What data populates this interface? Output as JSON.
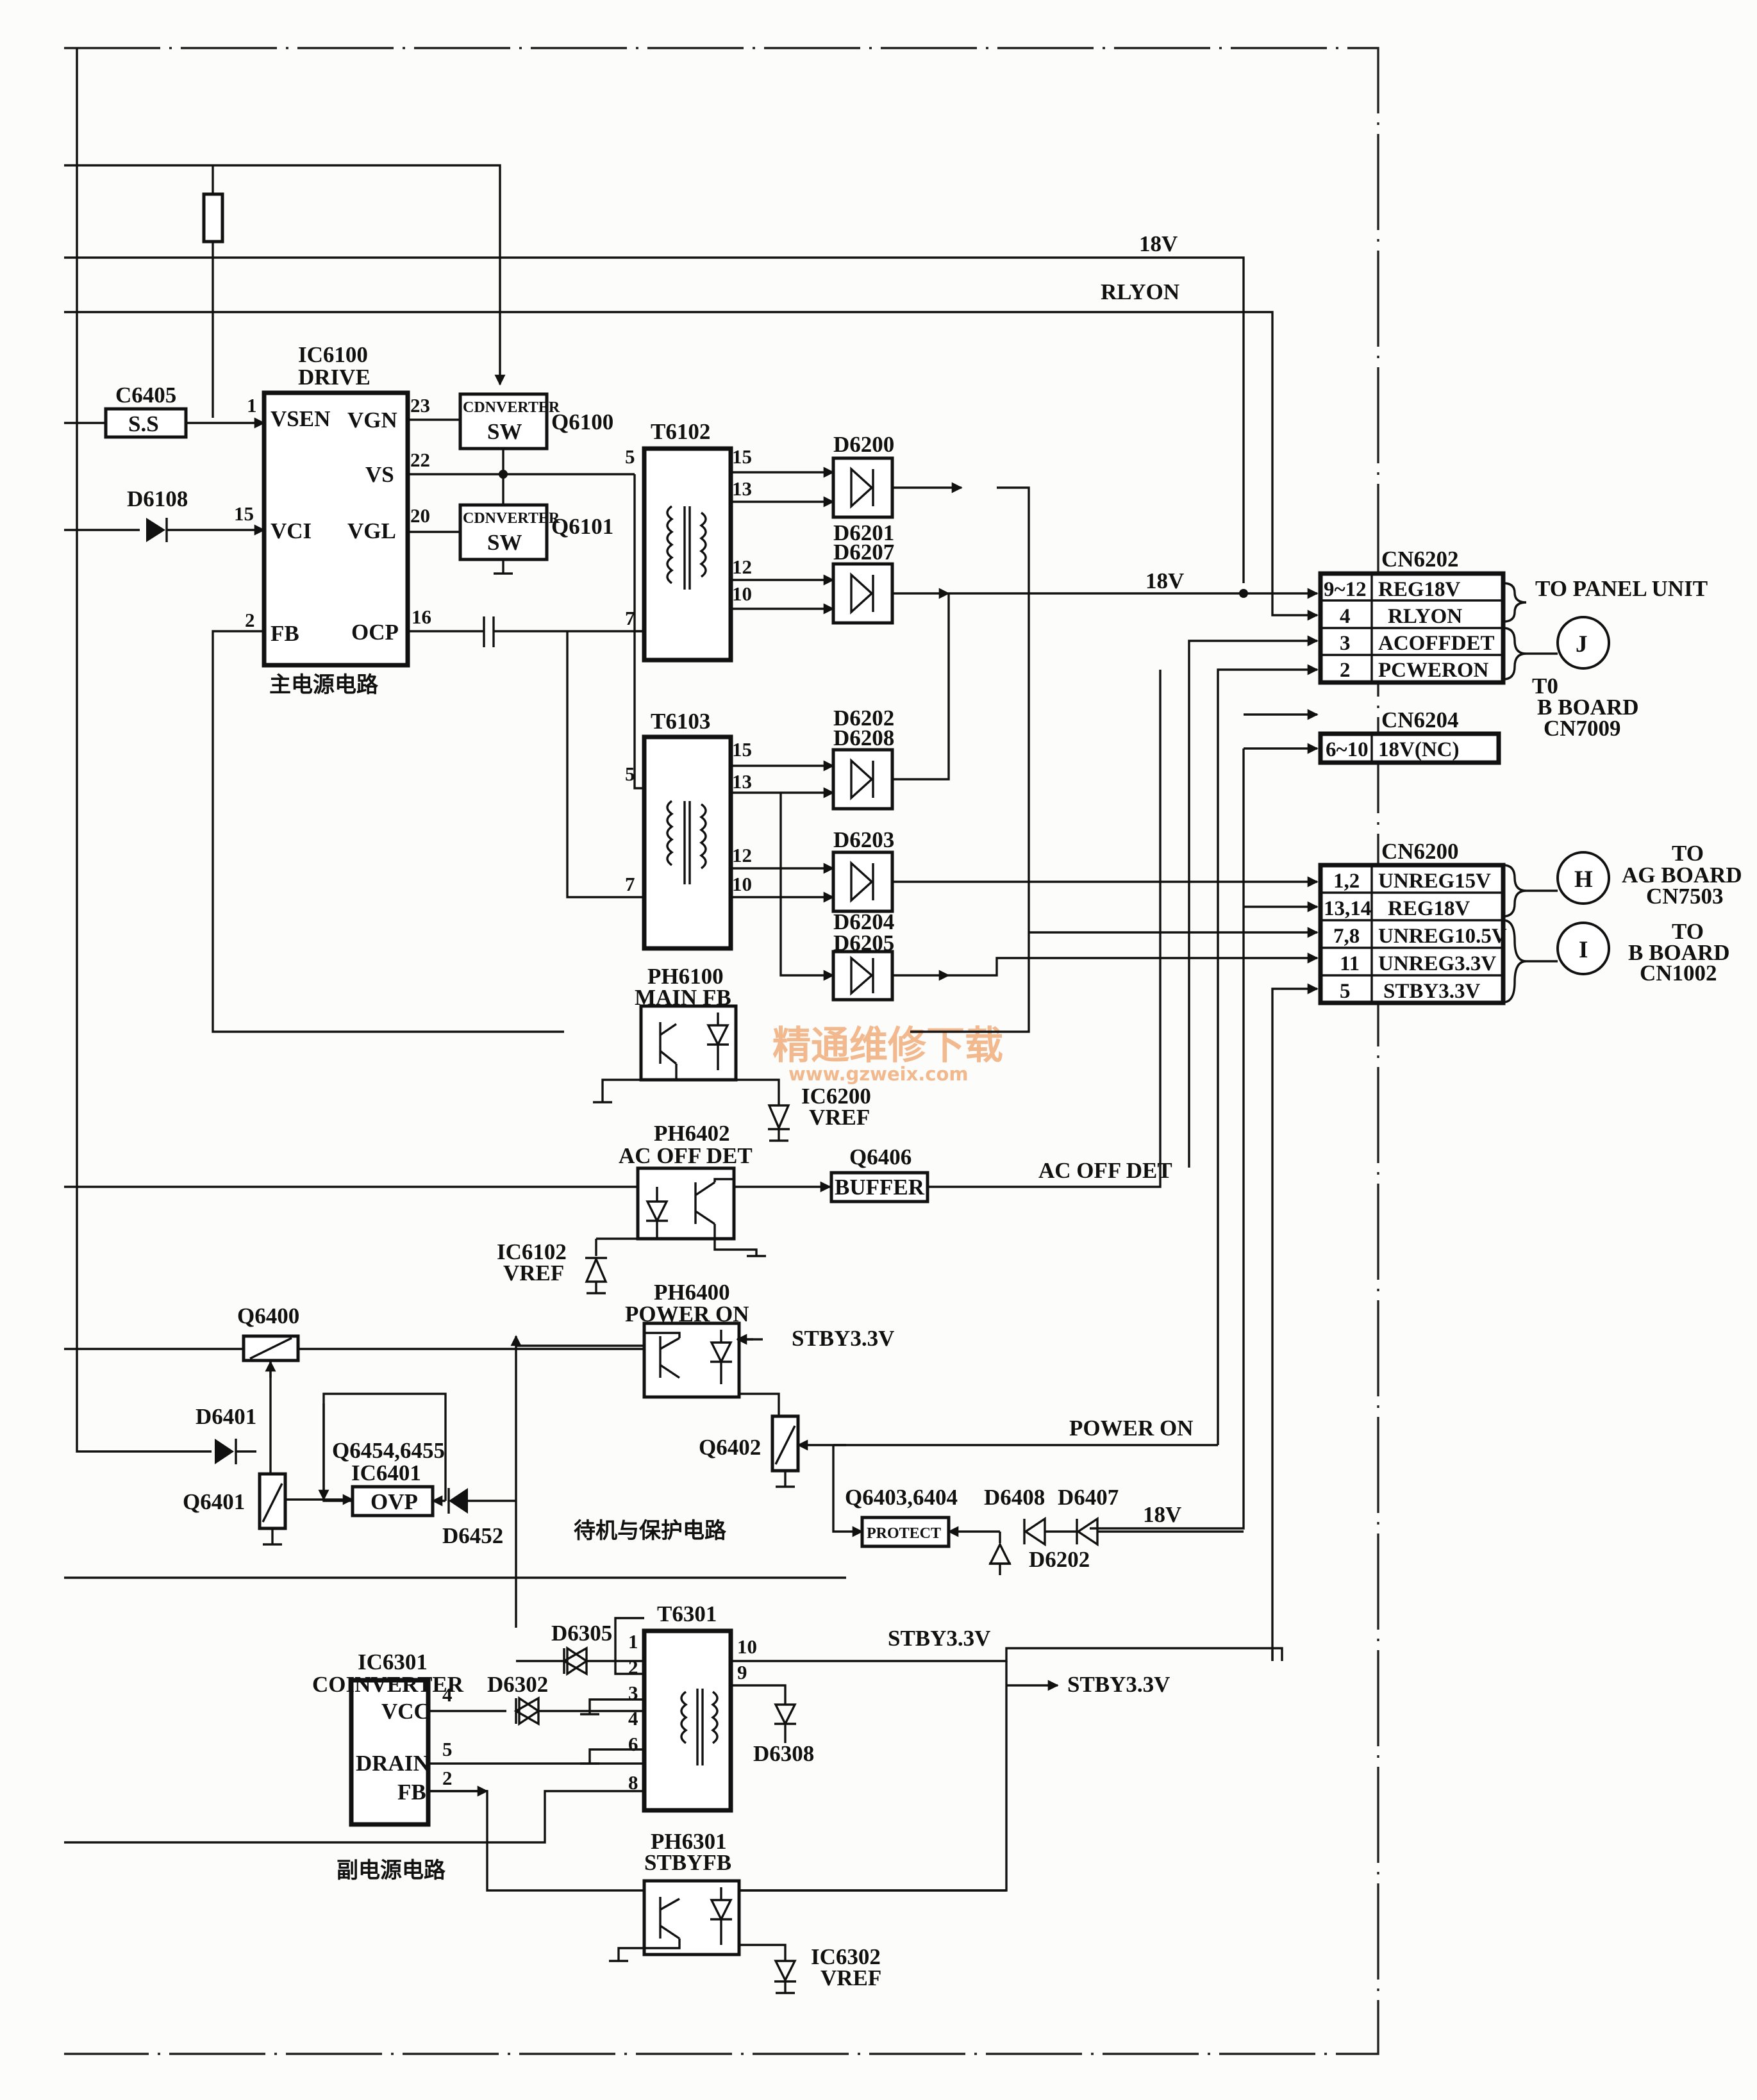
{
  "labels": {
    "ic6100_name": "IC6100",
    "ic6100_drive": "DRIVE",
    "ic6100_vsen": "VSEN",
    "ic6100_vgn": "VGN",
    "ic6100_vs": "VS",
    "ic6100_vci": "VCI",
    "ic6100_vgl": "VGL",
    "ic6100_fb": "FB",
    "ic6100_ocp": "OCP",
    "main_power_cn": "主电源电路",
    "c6405": "C6405",
    "ss": "S.S",
    "d6108": "D6108",
    "cdnverter1": "CDNVERTER",
    "sw1": "SW",
    "q6100": "Q6100",
    "cdnverter2": "CDNVERTER",
    "sw2": "SW",
    "q6101": "Q6101",
    "t6102": "T6102",
    "t6103": "T6103",
    "d6200": "D6200",
    "d6201": "D6201",
    "d6207": "D6207",
    "d6202a": "D6202",
    "d6208": "D6208",
    "d6203": "D6203",
    "d6204": "D6204",
    "d6205": "D6205",
    "v18_top": "18V",
    "rlyon_top": "RLYON",
    "v18_mid": "18V",
    "cn6202": "CN6202",
    "cn6204": "CN6204",
    "cn6200": "CN6200",
    "to_panel": "TO PANEL UNIT",
    "circle_j": "J",
    "to_b1": "T0",
    "b_board1": "B BOARD",
    "cn7009": "CN7009",
    "circle_h": "H",
    "to_ag": "TO",
    "ag_board": "AG BOARD",
    "cn7503": "CN7503",
    "circle_i": "I",
    "to_b2": "TO",
    "b_board2": "B BOARD",
    "cn1002": "CN1002",
    "ph6100": "PH6100",
    "main_fb": "MAIN FB",
    "ic6200": "IC6200",
    "vref1": "VREF",
    "ph6402": "PH6402",
    "ac_off_det_ph": "AC OFF DET",
    "q6406": "Q6406",
    "buffer": "BUFFER",
    "ac_off_det_line": "AC OFF DET",
    "ic6102": "IC6102",
    "vref2": "VREF",
    "ph6400": "PH6400",
    "power_on_ph": "POWER ON",
    "stby33_a": "STBY3.3V",
    "q6400": "Q6400",
    "d6401": "D6401",
    "q6401": "Q6401",
    "q6454": "Q6454,6455",
    "ic6401": "IC6401",
    "ovp": "OVP",
    "d6452": "D6452",
    "q6402": "Q6402",
    "power_on_line": "POWER ON",
    "q6403": "Q6403,6404",
    "protect": "PROTECT",
    "d6408": "D6408",
    "d6407": "D6407",
    "v18_bot": "18V",
    "d6202b": "D6202",
    "standby_cn": "待机与保护电路",
    "ic6301": "IC6301",
    "coinverter": "COINVERTER",
    "vcc": "VCC",
    "drain": "DRAIN",
    "fb2": "FB",
    "d6305": "D6305",
    "d6302": "D6302",
    "t6301": "T6301",
    "stby33_b": "STBY3.3V",
    "stby33_c": "STBY3.3V",
    "d6308": "D6308",
    "ph6301": "PH6301",
    "stbyfb": "STBYFB",
    "ic6302": "IC6302",
    "vref3": "VREF",
    "sub_power_cn": "副电源电路",
    "watermark_cn": "精通维修下载",
    "watermark_url": "www.gzweix.com"
  },
  "pins": {
    "ic6100": [
      "1",
      "15",
      "2",
      "23",
      "22",
      "20",
      "16"
    ],
    "t6102": [
      "5",
      "7",
      "15",
      "13",
      "12",
      "10"
    ],
    "t6103": [
      "5",
      "7",
      "15",
      "13",
      "12",
      "10"
    ],
    "ic6301": [
      "4",
      "5",
      "2"
    ],
    "t6301": [
      "1",
      "2",
      "3",
      "4",
      "6",
      "8",
      "10",
      "9"
    ]
  },
  "connectors": {
    "cn6202": [
      {
        "pin": "9~12",
        "signal": "REG18V"
      },
      {
        "pin": "4",
        "signal": "RLYON"
      },
      {
        "pin": "3",
        "signal": "ACOFFDET"
      },
      {
        "pin": "2",
        "signal": "PCWERON"
      }
    ],
    "cn6204": [
      {
        "pin": "6~10",
        "signal": "18V(NC)"
      }
    ],
    "cn6200": [
      {
        "pin": "1,2",
        "signal": "UNREG15V"
      },
      {
        "pin": "13,14",
        "signal": "REG18V"
      },
      {
        "pin": "7,8",
        "signal": "UNREG10.5V"
      },
      {
        "pin": "11",
        "signal": "UNREG3.3V"
      },
      {
        "pin": "5",
        "signal": "STBY3.3V"
      }
    ]
  }
}
